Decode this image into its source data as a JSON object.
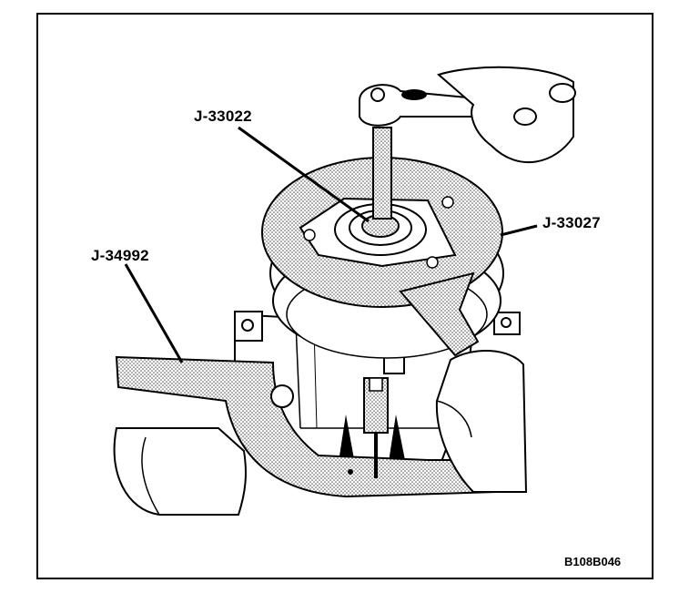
{
  "callouts": {
    "socket_tool": "J-33022",
    "pulley_holder": "J-33027",
    "compressor_holder": "J-34992"
  },
  "figure_code": "B108B046",
  "colors": {
    "line": "#000000",
    "stipple": "#9a9a9a",
    "paper": "#ffffff"
  }
}
